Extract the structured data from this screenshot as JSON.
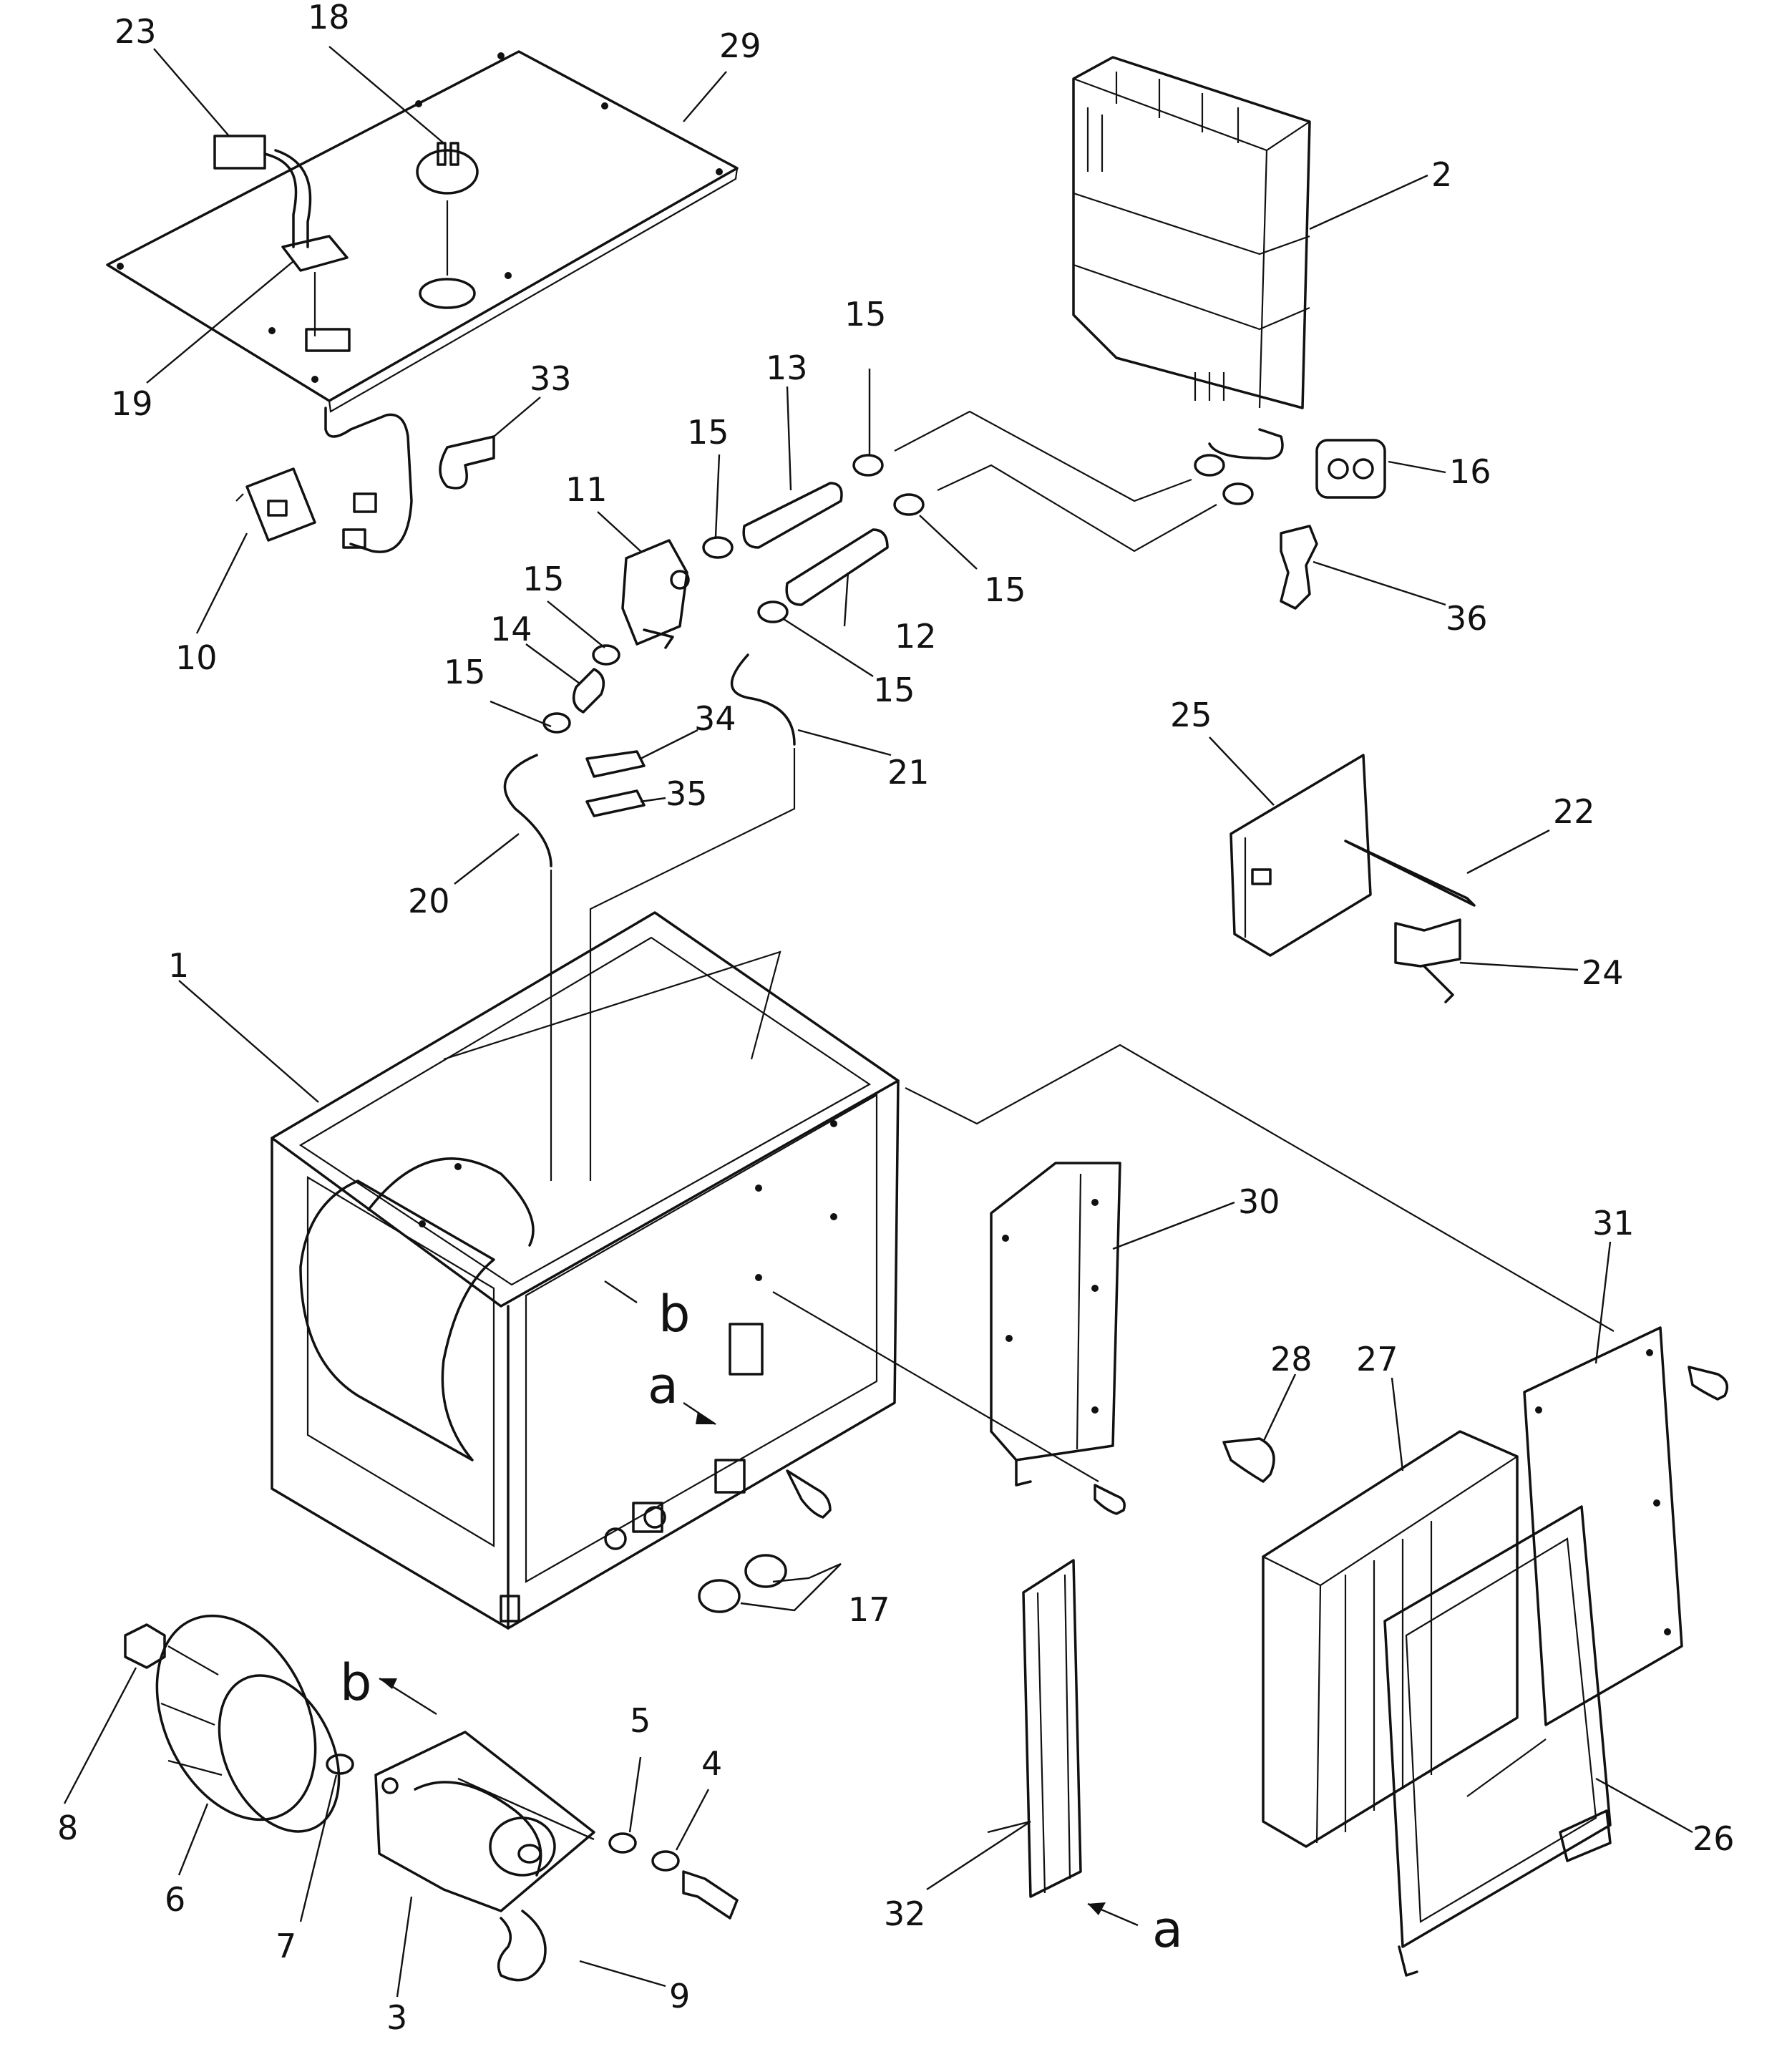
{
  "callouts": {
    "n1": "1",
    "n2": "2",
    "n3": "3",
    "n4": "4",
    "n5": "5",
    "n6": "6",
    "n7": "7",
    "n8": "8",
    "n9": "9",
    "n10": "10",
    "n11": "11",
    "n12": "12",
    "n13": "13",
    "n14": "14",
    "n15": "15",
    "n16": "16",
    "n17": "17",
    "n18": "18",
    "n19": "19",
    "n20": "20",
    "n21": "21",
    "n22": "22",
    "n23": "23",
    "n24": "24",
    "n25": "25",
    "n26": "26",
    "n27": "27",
    "n28": "28",
    "n29": "29",
    "n30": "30",
    "n31": "31",
    "n32": "32",
    "n33": "33",
    "n34": "34",
    "n35": "35",
    "n36": "36"
  },
  "view_letters": {
    "a": "a",
    "b": "b"
  }
}
